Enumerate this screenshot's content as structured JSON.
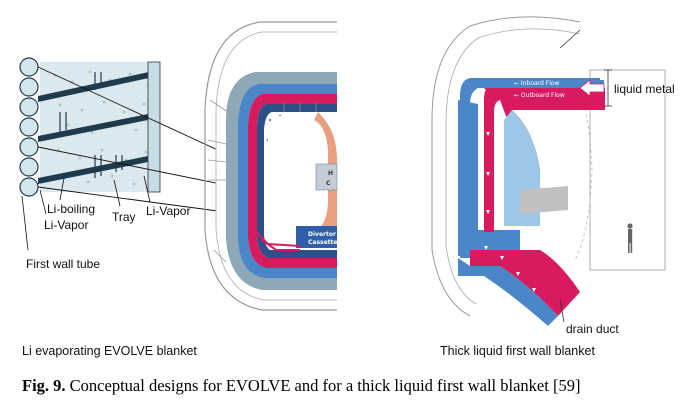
{
  "left_panel": {
    "labels": {
      "li_boiling": "Li-boiling",
      "li_vapor_left": "Li-Vapor",
      "tray": "Tray",
      "li_vapor_right": "Li-Vapor",
      "first_wall_tube": "First wall tube"
    },
    "subtitle": "Li evaporating EVOLVE blanket"
  },
  "middle_panel": {
    "labels": {
      "divertor": "Divertor",
      "cassette": "Cassette",
      "hot_cell": "H",
      "hot_cell2": "C"
    }
  },
  "right_panel": {
    "labels": {
      "inboard_flow": "← Inboard Flow",
      "outboard_flow": "← Outboard Flow",
      "liquid_metal": "liquid metal",
      "drain_duct": "drain duct"
    },
    "subtitle": "Thick liquid first wall blanket"
  },
  "caption": {
    "label": "Fig. 9.",
    "text": "Conceptual designs for EVOLVE and for a thick liquid first wall blanket [59]"
  },
  "colors": {
    "magenta": "#d81b5f",
    "blue": "#4a86c8",
    "light_blue": "#9ec6e6",
    "slate": "#8fa8b8",
    "tube_fill": "#d4e6ec"
  }
}
